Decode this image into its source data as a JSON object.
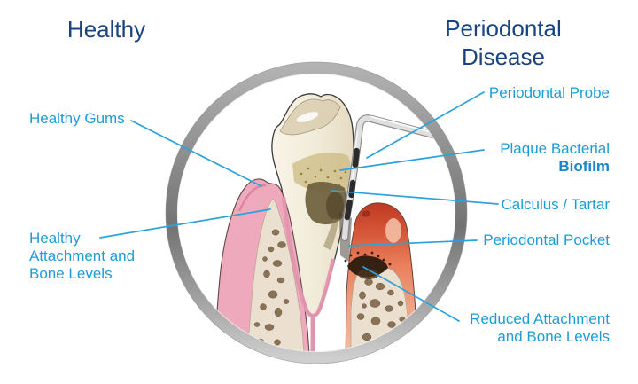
{
  "titles": {
    "healthy": "Healthy",
    "disease_line1": "Periodontal",
    "disease_line2": "Disease"
  },
  "callouts": {
    "healthy_gums": "Healthy Gums",
    "healthy_attachment_line1": "Healthy",
    "healthy_attachment_line2": "Attachment and",
    "healthy_attachment_line3": "Bone Levels",
    "periodontal_probe": "Periodontal Probe",
    "plaque_line1": "Plaque Bacterial",
    "plaque_line2": "Biofilm",
    "calculus": "Calculus / Tartar",
    "periodontal_pocket": "Periodontal Pocket",
    "reduced_line1": "Reduced Attachment",
    "reduced_line2": "and Bone Levels"
  },
  "colors": {
    "title_navy": "#1A4480",
    "label_blue": "#1E9CD8",
    "biofilm_blue": "#1587CE",
    "leader_blue": "#2BA2DC",
    "ring_gray": "#8F8F8F",
    "healthy_gum_pink": "#EFA9BD",
    "inflamed_gum_red": "#C8432B",
    "bone_cream": "#EBE0CF",
    "bone_spot_brown": "#8A7257",
    "tooth_ivory": "#F3EEDF",
    "plaque_tan": "#CBB87E",
    "tartar_brown": "#6E5F3D",
    "probe_silver": "#DFDFDF"
  },
  "illustration": {
    "subject": "tooth and gums cross-section in metallic ring",
    "left_side": "healthy",
    "right_side": "periodontal disease"
  }
}
